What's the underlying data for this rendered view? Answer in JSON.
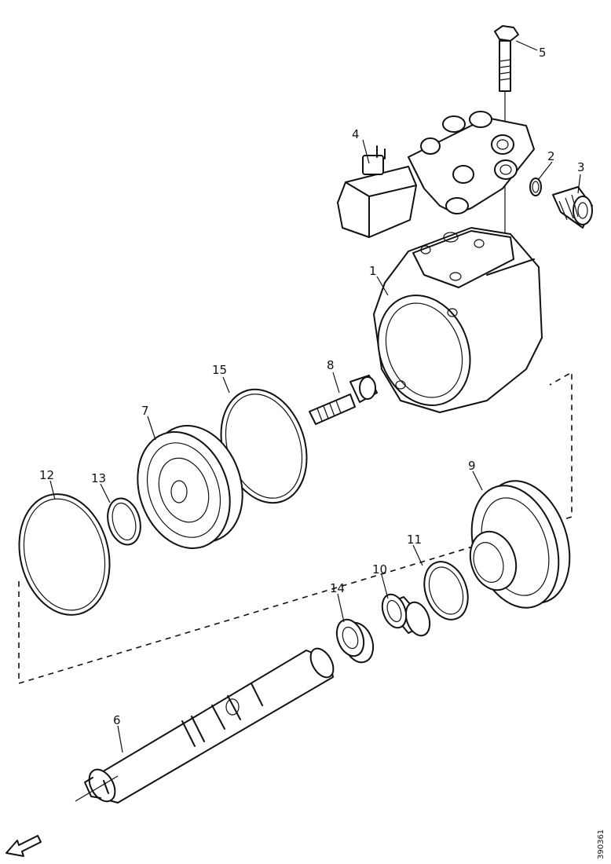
{
  "callouts": {
    "c1": "1",
    "c2": "2",
    "c3": "3",
    "c4": "4",
    "c5": "5",
    "c6": "6",
    "c7": "7",
    "c8": "8",
    "c9": "9",
    "c10": "10",
    "c11": "11",
    "c12": "12",
    "c13": "13",
    "c14": "14",
    "c15": "15"
  },
  "drawing_number": "390361",
  "icons": {
    "direction": "front-direction-arrow-icon"
  }
}
